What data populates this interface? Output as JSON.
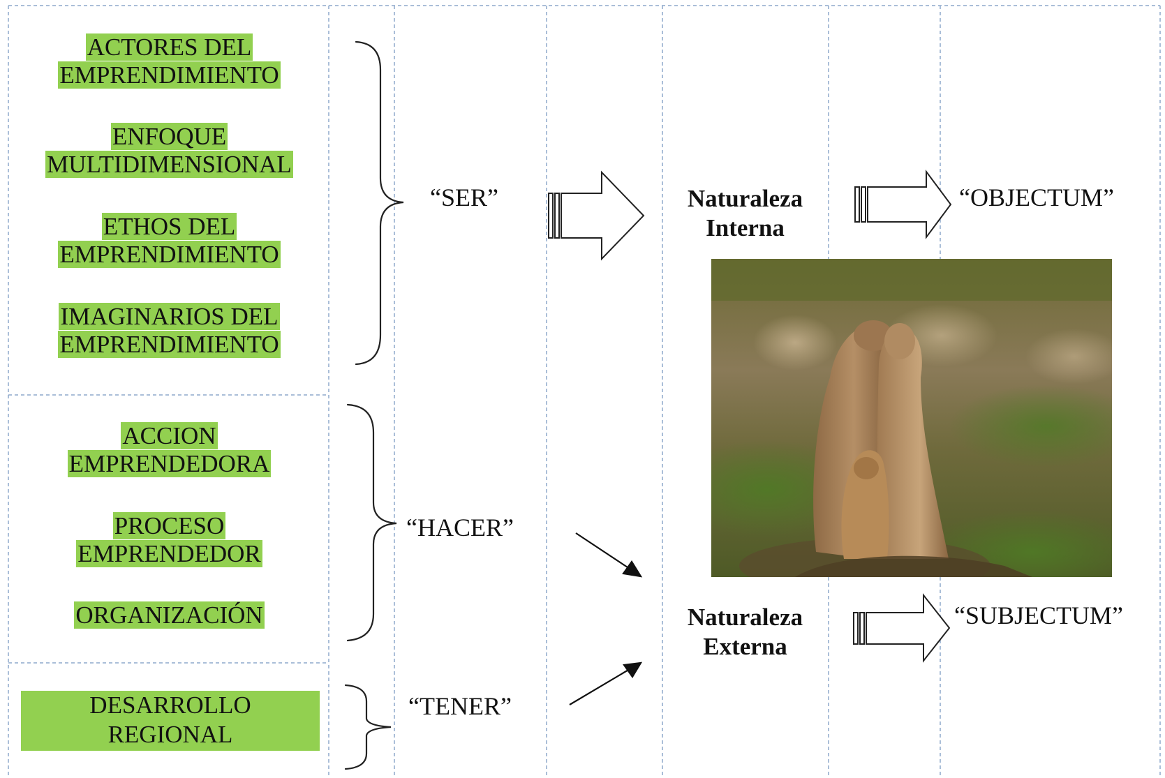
{
  "left_labels": {
    "ser": [
      {
        "lines": [
          "ACTORES DEL",
          "EMPRENDIMIENTO"
        ]
      },
      {
        "lines": [
          "ENFOQUE",
          "MULTIDIMENSIONAL"
        ]
      },
      {
        "lines": [
          "ETHOS DEL",
          "EMPRENDIMIENTO"
        ]
      },
      {
        "lines": [
          "IMAGINARIOS DEL",
          "EMPRENDIMIENTO"
        ]
      }
    ],
    "hacer": [
      {
        "lines": [
          "ACCION",
          "EMPRENDEDORA"
        ]
      },
      {
        "lines": [
          "PROCESO",
          "EMPRENDEDOR"
        ]
      },
      {
        "lines": [
          "ORGANIZACIÓN"
        ]
      }
    ],
    "tener": [
      {
        "lines": [
          "DESARROLLO",
          "REGIONAL"
        ]
      }
    ]
  },
  "verbs": {
    "ser": "“SER”",
    "hacer": "“HACER”",
    "tener": "“TENER”"
  },
  "nature": {
    "internal": [
      "Naturaleza",
      "Interna"
    ],
    "external": [
      "Naturaleza",
      "Externa"
    ]
  },
  "outcomes": {
    "objectum": "“OBJECTUM”",
    "subjectum": "“SUBJECTUM”"
  },
  "colors": {
    "highlight": "#92d050",
    "grid": "#8ea9cc",
    "ink": "#111111"
  },
  "image": {
    "subject": "prairie-dogs-embracing-photo"
  }
}
